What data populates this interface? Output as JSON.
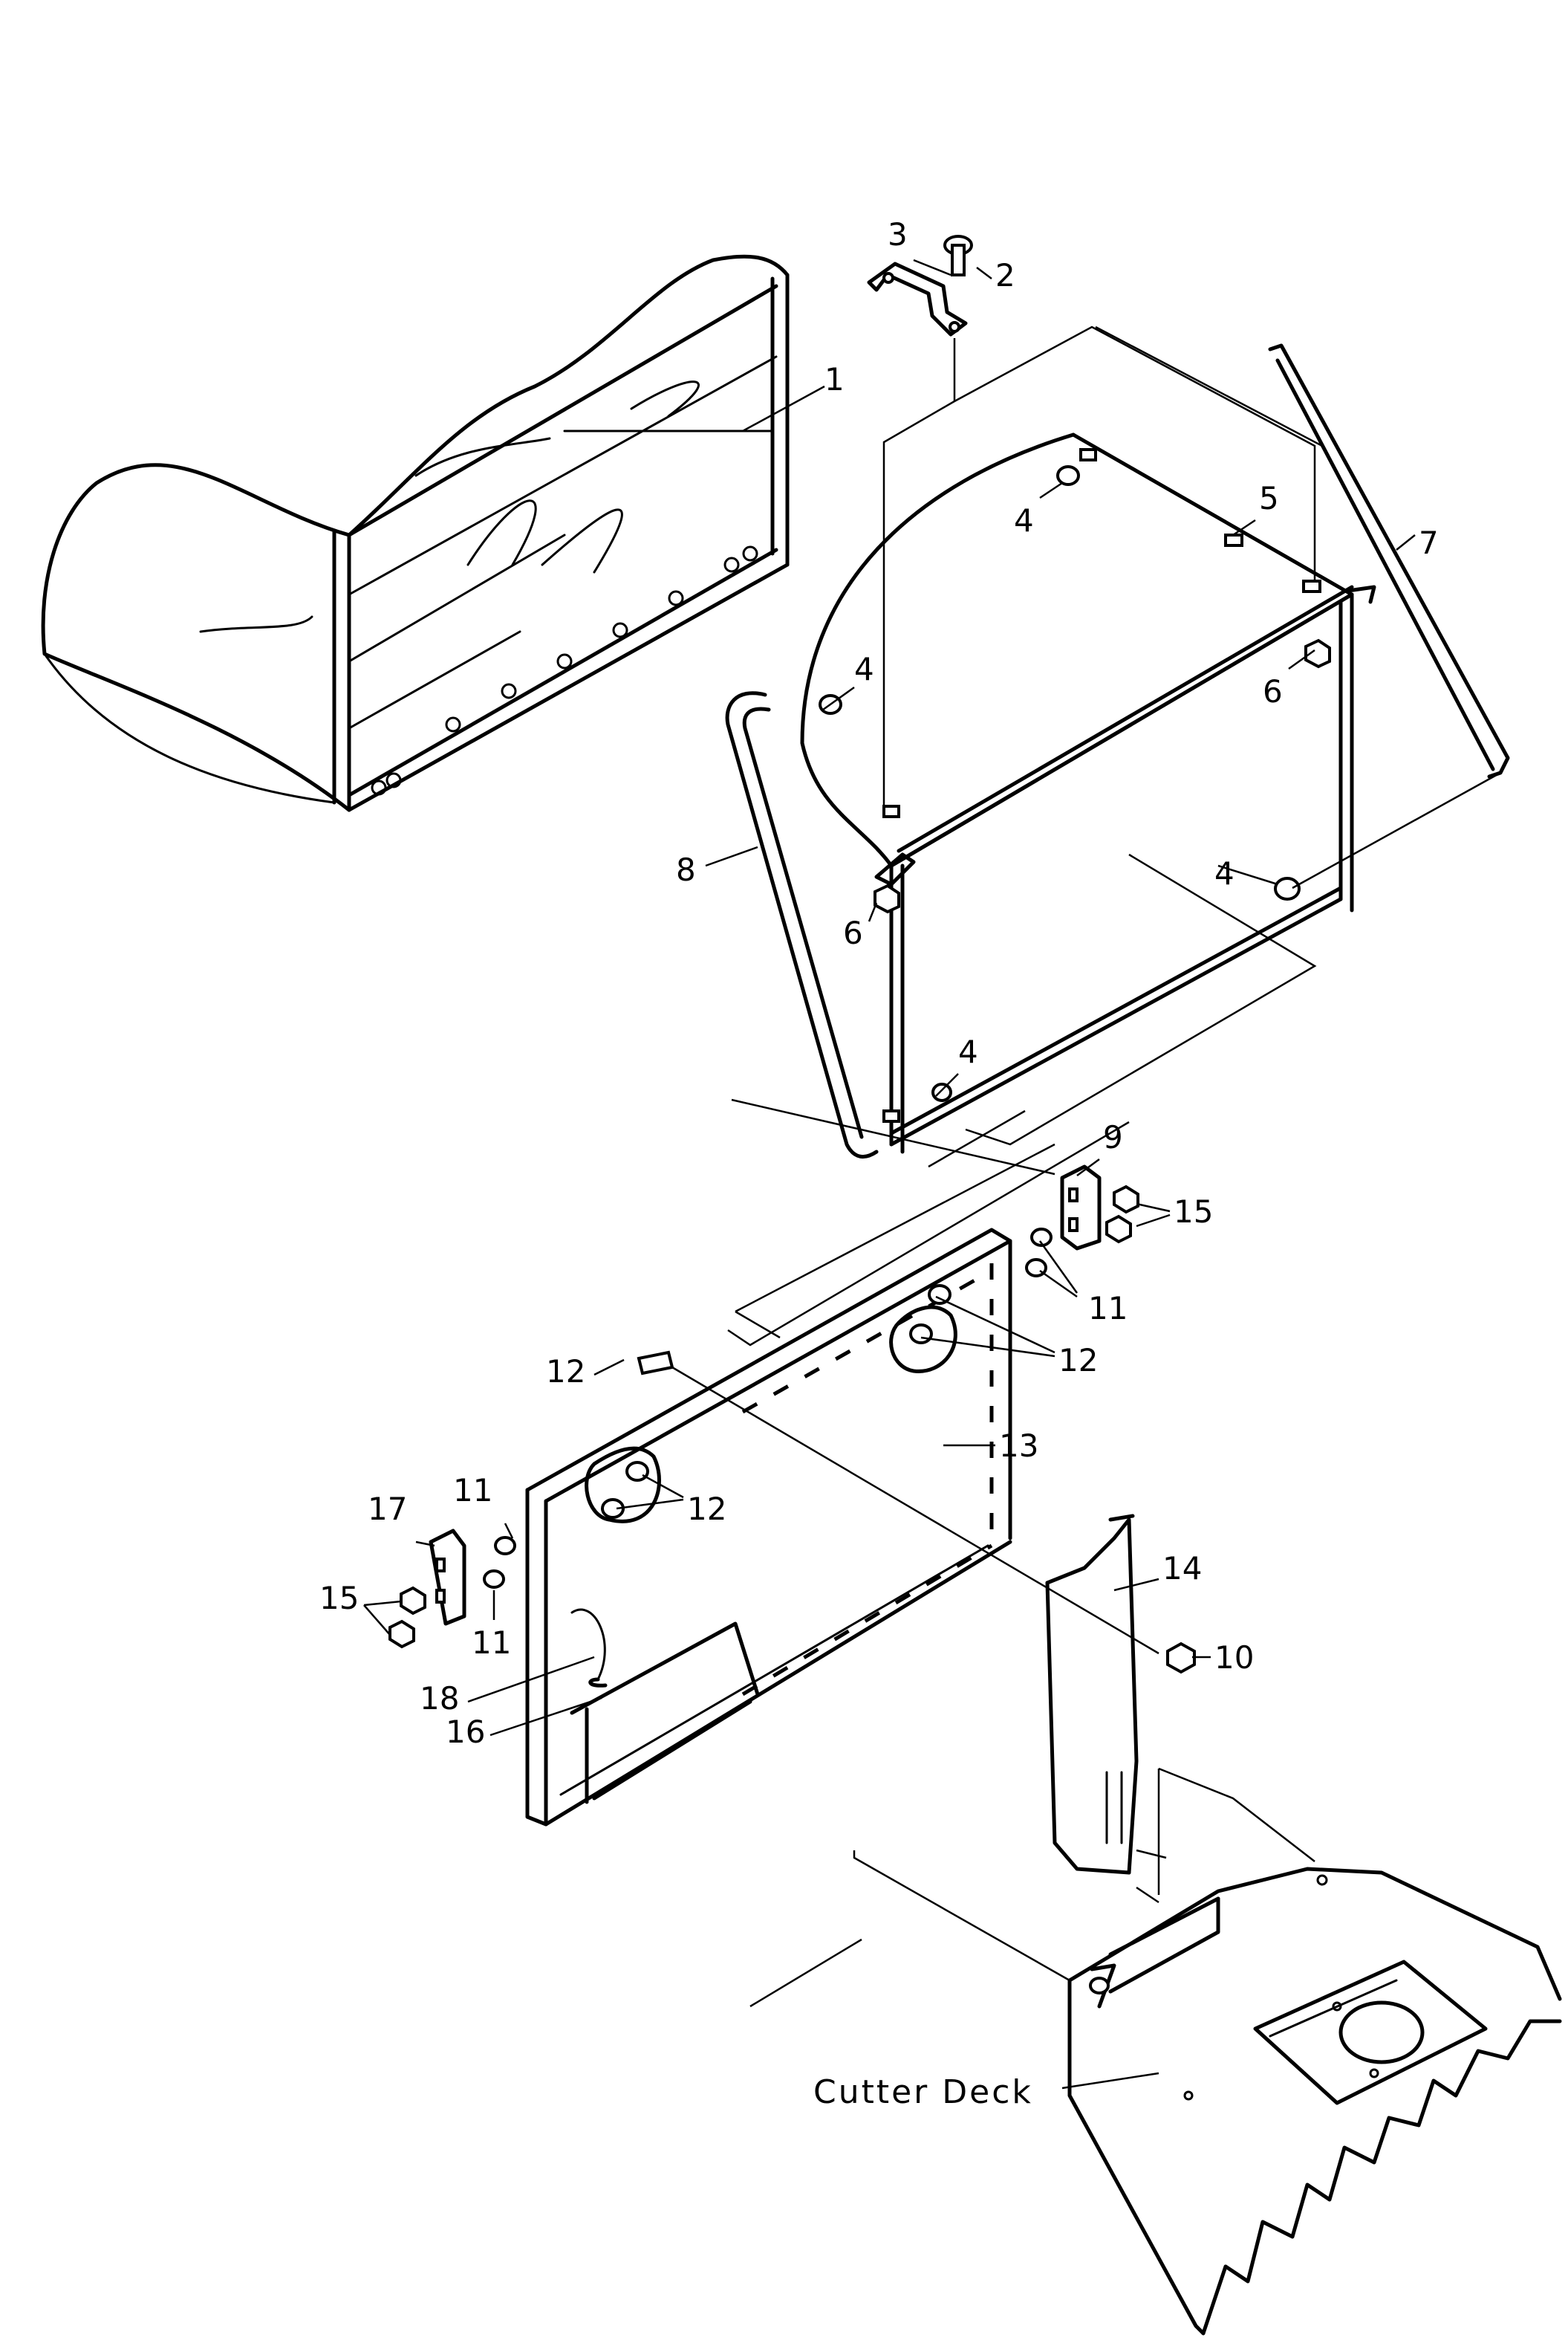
{
  "callouts": {
    "c1": "1",
    "c2": "2",
    "c3": "3",
    "c4a": "4",
    "c4b": "4",
    "c4c": "4",
    "c4d": "4",
    "c5": "5",
    "c6a": "6",
    "c6b": "6",
    "c7": "7",
    "c8": "8",
    "c9": "9",
    "c10": "10",
    "c11a": "11",
    "c11b": "11",
    "c11c": "11",
    "c12a": "12",
    "c12b": "12",
    "c12c": "12",
    "c13": "13",
    "c14": "14",
    "c15a": "15",
    "c15b": "15",
    "c16": "16",
    "c17": "17",
    "c18": "18",
    "deck": "Cutter Deck"
  },
  "colors": {
    "ink": "#000000",
    "paper": "#ffffff"
  }
}
